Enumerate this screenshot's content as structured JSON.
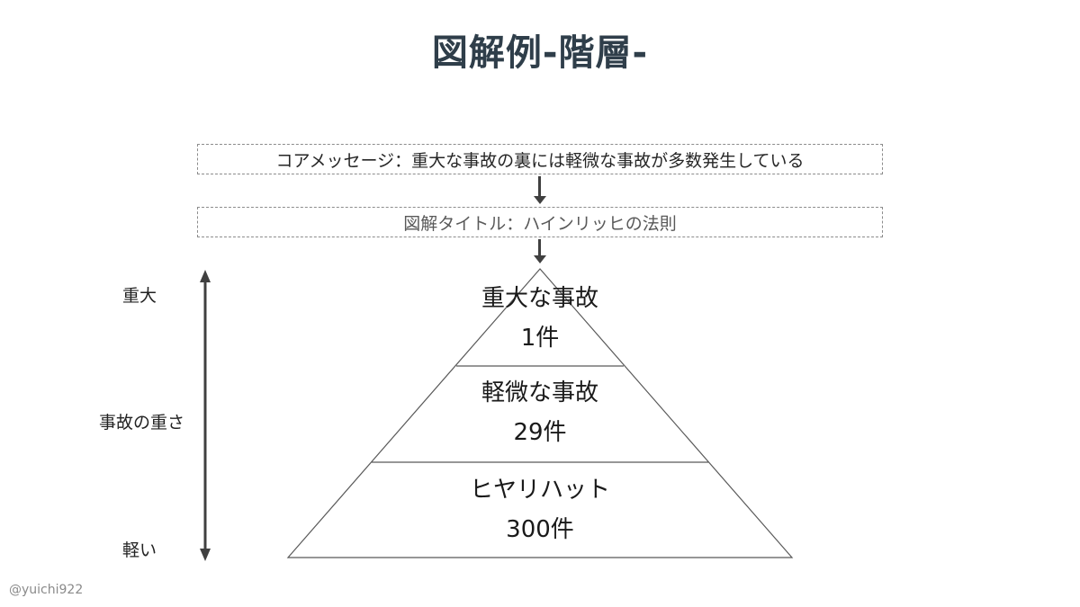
{
  "title": "図解例-階層-",
  "core_message": "コアメッセージ：重大な事故の裏には軽微な事故が多数発生している",
  "diagram_title": "図解タイトル：ハインリッヒの法則",
  "scale": {
    "top_label": "重大",
    "middle_label": "事故の重さ",
    "bottom_label": "軽い"
  },
  "pyramid": [
    {
      "name": "重大な事故",
      "count": "1件"
    },
    {
      "name": "軽微な事故",
      "count": "29件"
    },
    {
      "name": "ヒヤリハット",
      "count": "300件"
    }
  ],
  "watermark": "@yuichi922",
  "colors": {
    "title": "#2f3e4a",
    "line": "#404040"
  }
}
